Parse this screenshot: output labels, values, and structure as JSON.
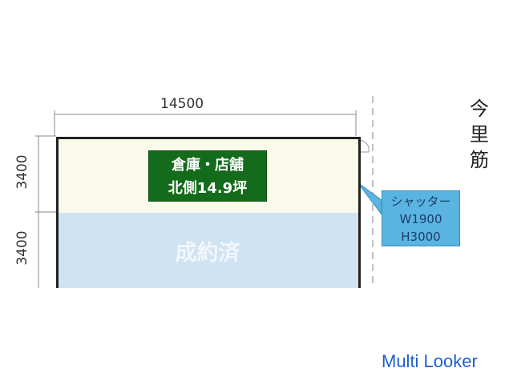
{
  "dimensions": {
    "width": "14500",
    "north_depth": "3400",
    "south_depth": "3400"
  },
  "rooms": {
    "north": {
      "title": "倉庫・店舗",
      "area": "北側14.9坪",
      "color": "#146b1b"
    },
    "south": {
      "status": "成約済",
      "color": "#cfe3f3"
    }
  },
  "callout": {
    "title": "シャッター",
    "width": "W1900",
    "height": "H3000"
  },
  "street": {
    "chars": [
      "今",
      "里",
      "筋"
    ]
  },
  "watermark": "Multi Looker"
}
